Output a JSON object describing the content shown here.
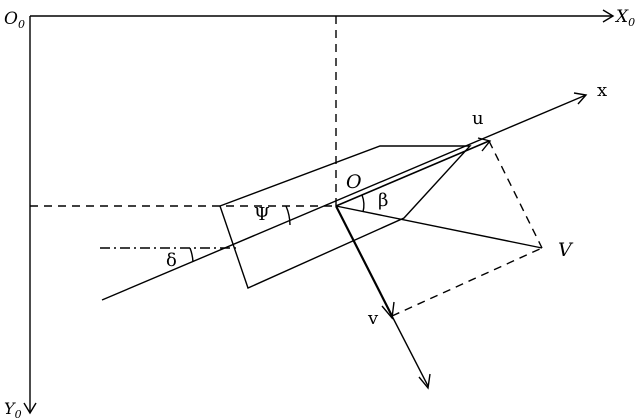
{
  "labels": {
    "origin_global": "O",
    "origin_global_sub": "0",
    "x_axis_global": "X",
    "x_axis_global_sub": "0",
    "y_axis_global": "Y",
    "y_axis_global_sub": "0",
    "x_body": "x",
    "origin_body": "O",
    "u": "u",
    "v": "v",
    "V": "V",
    "psi": "Ψ",
    "beta": "β",
    "delta": "δ"
  },
  "colors": {
    "line": "#000000",
    "background": "#ffffff"
  }
}
